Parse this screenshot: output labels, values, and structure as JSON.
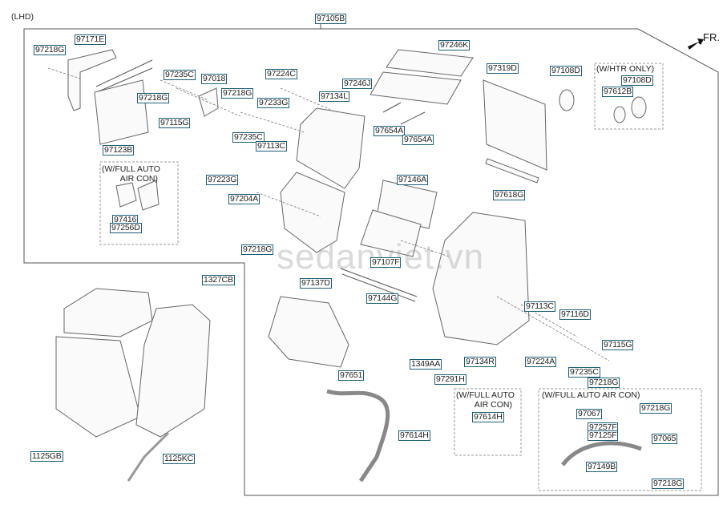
{
  "diagram": {
    "title": "(LHD)",
    "direction_label": "FR.",
    "watermark": "sedanviet.vn",
    "assembly_label": "97105B",
    "parts": [
      {
        "id": "p1",
        "label": "97171E"
      },
      {
        "id": "p2",
        "label": "97218G"
      },
      {
        "id": "p3",
        "label": "97235C"
      },
      {
        "id": "p4",
        "label": "97018"
      },
      {
        "id": "p5",
        "label": "97218G"
      },
      {
        "id": "p6",
        "label": "97115G"
      },
      {
        "id": "p7",
        "label": "97123B"
      },
      {
        "id": "p8",
        "label": "97224C"
      },
      {
        "id": "p9",
        "label": "97218G"
      },
      {
        "id": "p10",
        "label": "97233G"
      },
      {
        "id": "p11",
        "label": "97235C"
      },
      {
        "id": "p12",
        "label": "97113C"
      },
      {
        "id": "p13",
        "label": "97223G"
      },
      {
        "id": "p14",
        "label": "97204A"
      },
      {
        "id": "p15",
        "label": "97134L"
      },
      {
        "id": "p16",
        "label": "97246J"
      },
      {
        "id": "p17",
        "label": "97246K"
      },
      {
        "id": "p18",
        "label": "97654A"
      },
      {
        "id": "p19",
        "label": "97654A"
      },
      {
        "id": "p20",
        "label": "97319D"
      },
      {
        "id": "p21",
        "label": "97108D"
      },
      {
        "id": "p22",
        "label": "97108D"
      },
      {
        "id": "p23",
        "label": "97612B"
      },
      {
        "id": "p24",
        "label": "97618G"
      },
      {
        "id": "p25",
        "label": "97416"
      },
      {
        "id": "p26",
        "label": "97256D"
      },
      {
        "id": "p27",
        "label": "97218G"
      },
      {
        "id": "p28",
        "label": "97146A"
      },
      {
        "id": "p29",
        "label": "97107F"
      },
      {
        "id": "p30",
        "label": "97137D"
      },
      {
        "id": "p31",
        "label": "97144G"
      },
      {
        "id": "p32",
        "label": "1327CB"
      },
      {
        "id": "p33",
        "label": "1125GB"
      },
      {
        "id": "p34",
        "label": "1125KC"
      },
      {
        "id": "p35",
        "label": "97113C"
      },
      {
        "id": "p36",
        "label": "97116D"
      },
      {
        "id": "p37",
        "label": "97115G"
      },
      {
        "id": "p38",
        "label": "1349AA"
      },
      {
        "id": "p39",
        "label": "97134R"
      },
      {
        "id": "p40",
        "label": "97224A"
      },
      {
        "id": "p41",
        "label": "97235C"
      },
      {
        "id": "p42",
        "label": "97218G"
      },
      {
        "id": "p43",
        "label": "97291H"
      },
      {
        "id": "p44",
        "label": "97651"
      },
      {
        "id": "p45",
        "label": "97614H"
      },
      {
        "id": "p46",
        "label": "97614H"
      },
      {
        "id": "p47",
        "label": "97067"
      },
      {
        "id": "p48",
        "label": "97218G"
      },
      {
        "id": "p49",
        "label": "97257F"
      },
      {
        "id": "p50",
        "label": "97125F"
      },
      {
        "id": "p51",
        "label": "97065"
      },
      {
        "id": "p52",
        "label": "97149B"
      },
      {
        "id": "p53",
        "label": "97218G"
      }
    ],
    "notes": {
      "htr_only": "(W/HTR ONLY)",
      "full_auto_left": "(W/FULL AUTO\n        AIR CON)",
      "full_auto_mid": "(W/FULL AUTO\n        AIR CON)",
      "full_auto_right": "(W/FULL AUTO AIR CON)"
    }
  }
}
